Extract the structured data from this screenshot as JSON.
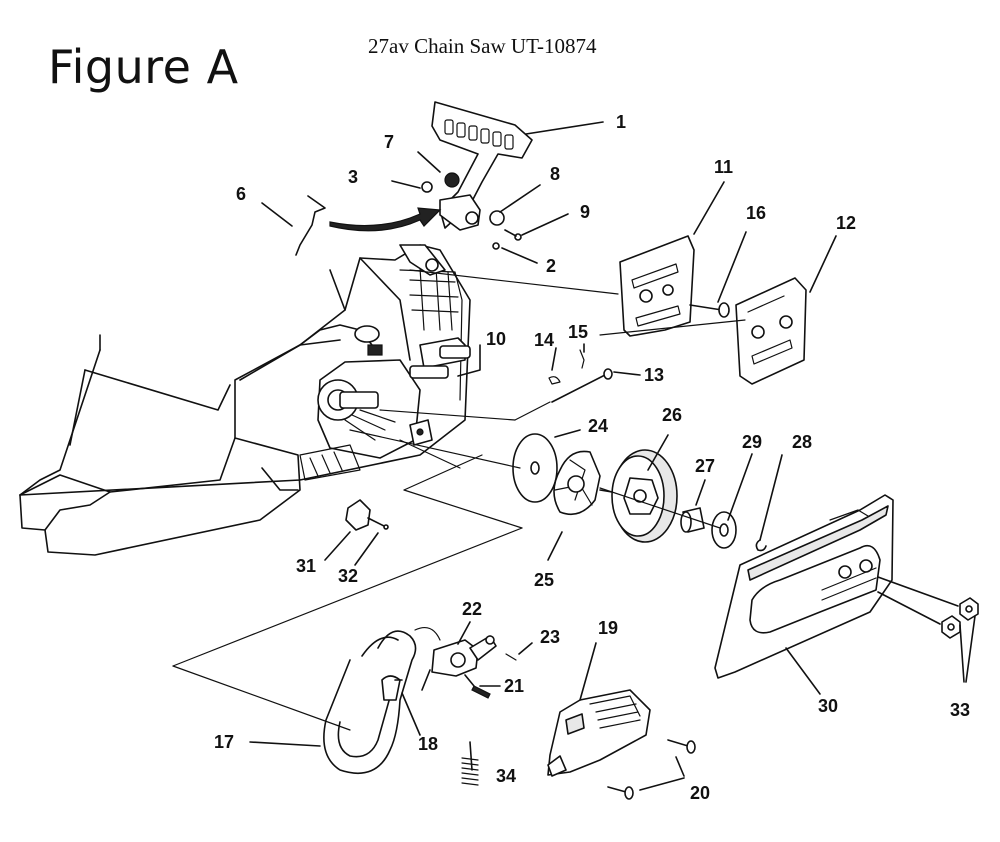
{
  "figure_title": "Figure A",
  "document_title": "27av Chain Saw UT-10874",
  "callouts": [
    {
      "id": "c1",
      "label": "1"
    },
    {
      "id": "c2",
      "label": "2"
    },
    {
      "id": "c3",
      "label": "3"
    },
    {
      "id": "c6",
      "label": "6"
    },
    {
      "id": "c7",
      "label": "7"
    },
    {
      "id": "c8",
      "label": "8"
    },
    {
      "id": "c9",
      "label": "9"
    },
    {
      "id": "c10",
      "label": "10"
    },
    {
      "id": "c11",
      "label": "11"
    },
    {
      "id": "c12",
      "label": "12"
    },
    {
      "id": "c13",
      "label": "13"
    },
    {
      "id": "c14",
      "label": "14"
    },
    {
      "id": "c15",
      "label": "15"
    },
    {
      "id": "c16",
      "label": "16"
    },
    {
      "id": "c17",
      "label": "17"
    },
    {
      "id": "c18",
      "label": "18"
    },
    {
      "id": "c19",
      "label": "19"
    },
    {
      "id": "c20",
      "label": "20"
    },
    {
      "id": "c21",
      "label": "21"
    },
    {
      "id": "c22",
      "label": "22"
    },
    {
      "id": "c23",
      "label": "23"
    },
    {
      "id": "c24",
      "label": "24"
    },
    {
      "id": "c25",
      "label": "25"
    },
    {
      "id": "c26",
      "label": "26"
    },
    {
      "id": "c27",
      "label": "27"
    },
    {
      "id": "c28",
      "label": "28"
    },
    {
      "id": "c29",
      "label": "29"
    },
    {
      "id": "c30",
      "label": "30"
    },
    {
      "id": "c31",
      "label": "31"
    },
    {
      "id": "c32",
      "label": "32"
    },
    {
      "id": "c33",
      "label": "33"
    },
    {
      "id": "c34",
      "label": "34"
    }
  ]
}
